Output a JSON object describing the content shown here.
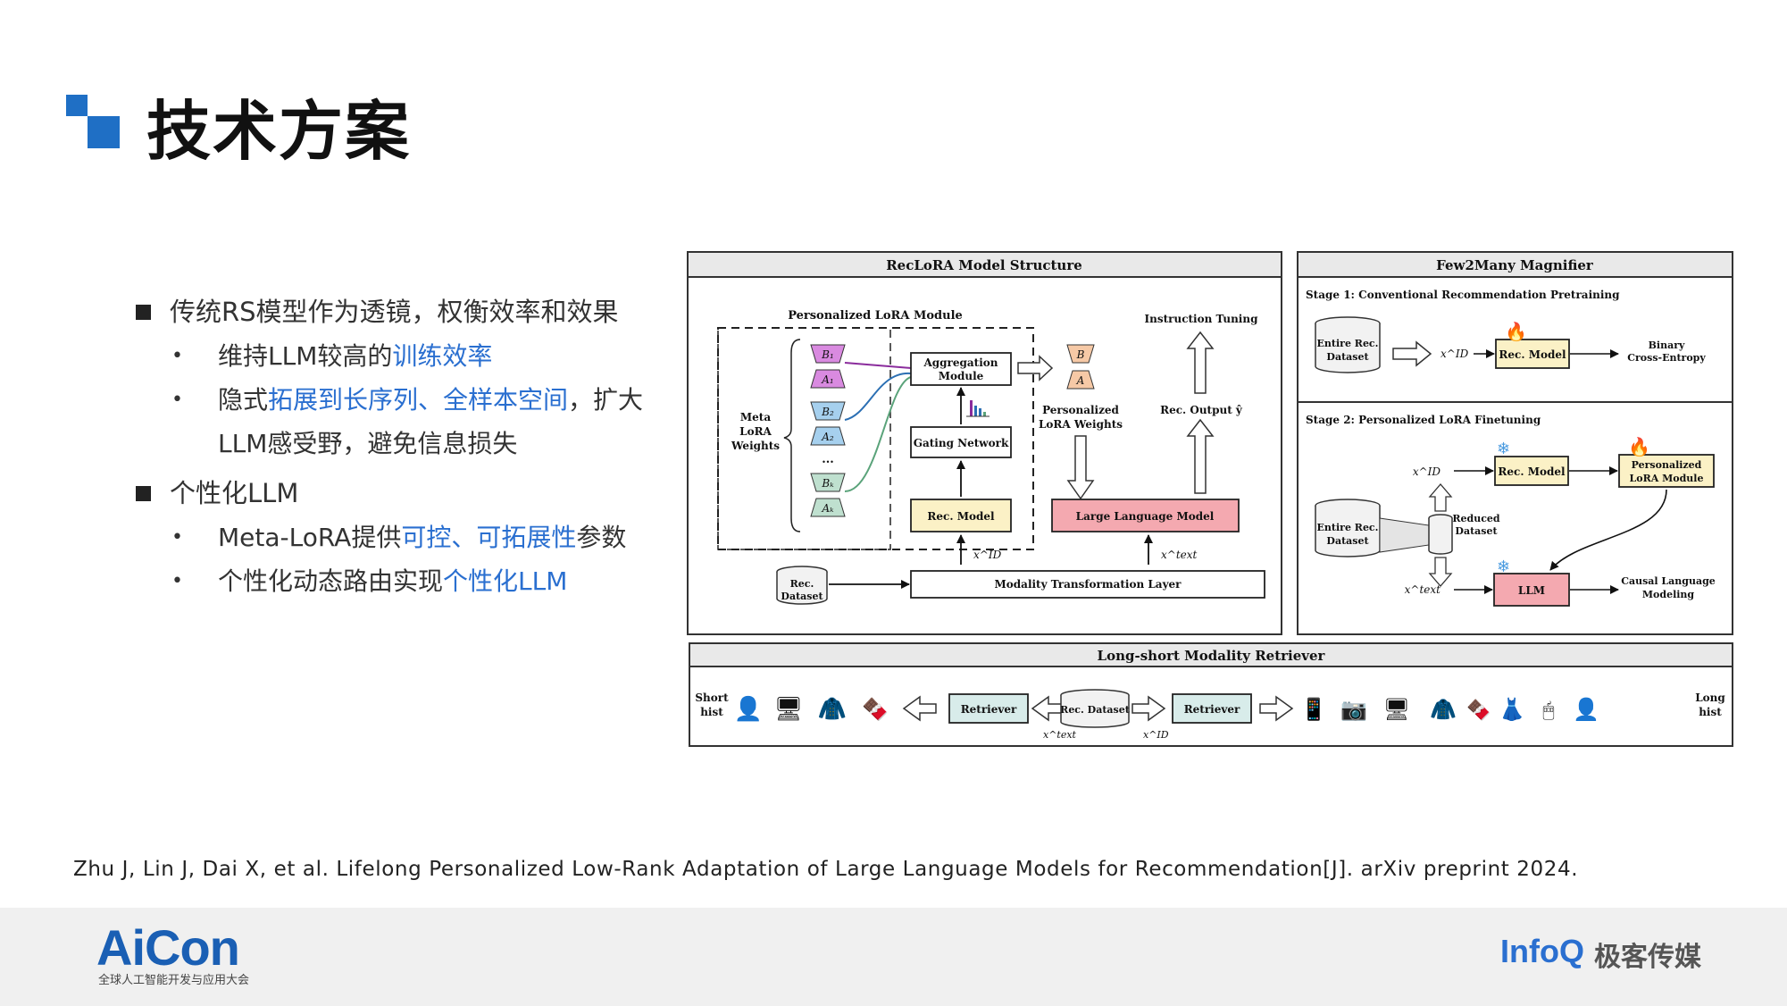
{
  "title": "技术方案",
  "bullets": [
    {
      "text": "传统RS模型作为透镜，权衡效率和效果",
      "sub": [
        {
          "prefix": "维持LLM较高的",
          "highlight": "训练效率",
          "suffix": ""
        },
        {
          "prefix": "隐式",
          "highlight": "拓展到长序列、全样本空间",
          "suffix": "，扩大",
          "line2": "LLM感受野，避免信息损失"
        }
      ]
    },
    {
      "text": "个性化LLM",
      "sub": [
        {
          "prefix": "Meta-LoRA提供",
          "highlight": "可控、可拓展性",
          "suffix": "参数"
        },
        {
          "prefix": "个性化动态路由实现",
          "highlight": "个性化LLM",
          "suffix": ""
        }
      ]
    }
  ],
  "figure": {
    "reclora_title": "RecLoRA Model Structure",
    "personalized_lora_module": "Personalized LoRA Module",
    "meta": "Meta",
    "lora": "LoRA",
    "weights": "Weights",
    "b1": "B₁",
    "a1": "A₁",
    "b2": "B₂",
    "a2": "A₂",
    "bk": "Bₖ",
    "ak": "Aₖ",
    "dots": "...",
    "aggregation": "Aggregation",
    "module": "Module",
    "gating": "Gating Network",
    "b": "B",
    "a": "A",
    "pers_lora_1": "Personalized",
    "pers_lora_2": "LoRA Weights",
    "instruction_tuning": "Instruction Tuning",
    "rec_output": "Rec. Output ŷ",
    "rec_model": "Rec. Model",
    "llm": "Large Language Model",
    "x_id": "x^ID",
    "x_text": "x^text",
    "rec_dataset_1": "Rec.",
    "rec_dataset_2": "Dataset",
    "mtl": "Modality Transformation Layer",
    "few2many_title": "Few2Many Magnifier",
    "stage1": "Stage 1: Conventional Recommendation Pretraining",
    "entire_rec": "Entire Rec.",
    "dataset": "Dataset",
    "binary_1": "Binary",
    "binary_2": "Cross-Entropy",
    "stage2": "Stage 2: Personalized LoRA Finetuning",
    "reduced_1": "Reduced",
    "reduced_2": "Dataset",
    "pers_lora_module_1": "Personalized",
    "pers_lora_module_2": "LoRA Module",
    "llm_short": "LLM",
    "causal_1": "Causal Language",
    "causal_2": "Modeling",
    "retriever_title": "Long-short Modality Retriever",
    "short_hist_1": "Short",
    "short_hist_2": "hist",
    "retriever": "Retriever",
    "rec_dataset_full": "Rec. Dataset",
    "long_hist_1": "Long",
    "long_hist_2": "hist"
  },
  "citation": "Zhu J, Lin J, Dai X, et al. Lifelong Personalized Low-Rank Adaptation of Large Language Models for Recommendation[J]. arXiv preprint 2024.",
  "footer": {
    "aicon": "AiCon",
    "aicon_sub": "全球人工智能开发与应用大会",
    "infoq": "InfoQ",
    "geek": "极客传媒"
  },
  "colors": {
    "accent": "#1f6fc5",
    "highlight": "#2a6fd0",
    "rec_model_fill": "#fbf1c6",
    "llm_fill": "#f4a9b0",
    "retriever_fill": "#d8ecea"
  }
}
